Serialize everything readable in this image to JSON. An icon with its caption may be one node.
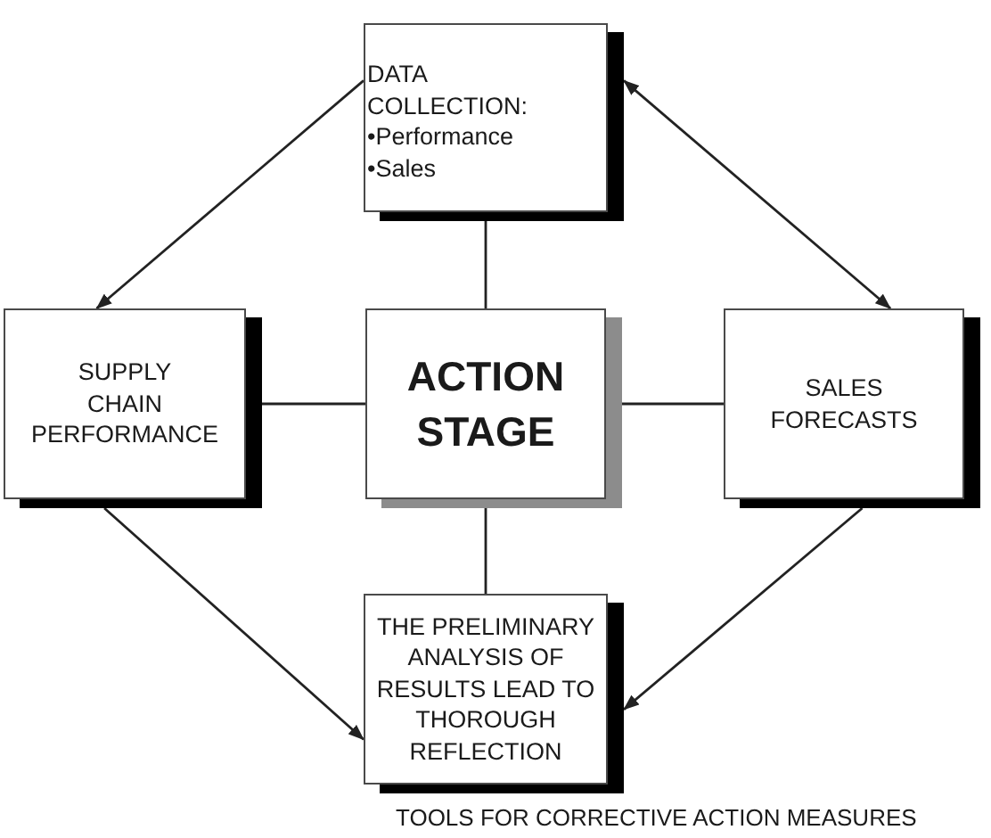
{
  "diagram": {
    "caption": "TOOLS FOR CORRECTIVE ACTION MEASURES",
    "nodes": [
      {
        "text": [
          "DATA COLLECTION:",
          "•Performance",
          "•Sales"
        ]
      },
      {
        "text": [
          "SUPPLY CHAIN PERFORMANCE"
        ]
      },
      {
        "text": [
          "ACTION STAGE"
        ]
      },
      {
        "text": [
          "SALES FORECASTS"
        ]
      },
      {
        "text": [
          "THE PRELIMINARY ANALYSIS OF RESULTS LEAD TO THOROUGH REFLECTION"
        ]
      }
    ],
    "edges": [
      {
        "from": 0,
        "to": 1,
        "arrow": "to"
      },
      {
        "from": 0,
        "to": 3,
        "arrow": "both"
      },
      {
        "from": 2,
        "to": 0,
        "arrow": "none"
      },
      {
        "from": 2,
        "to": 1,
        "arrow": "none"
      },
      {
        "from": 2,
        "to": 3,
        "arrow": "none"
      },
      {
        "from": 2,
        "to": 4,
        "arrow": "none"
      },
      {
        "from": 1,
        "to": 4,
        "arrow": "to"
      },
      {
        "from": 3,
        "to": 4,
        "arrow": "to"
      }
    ]
  }
}
